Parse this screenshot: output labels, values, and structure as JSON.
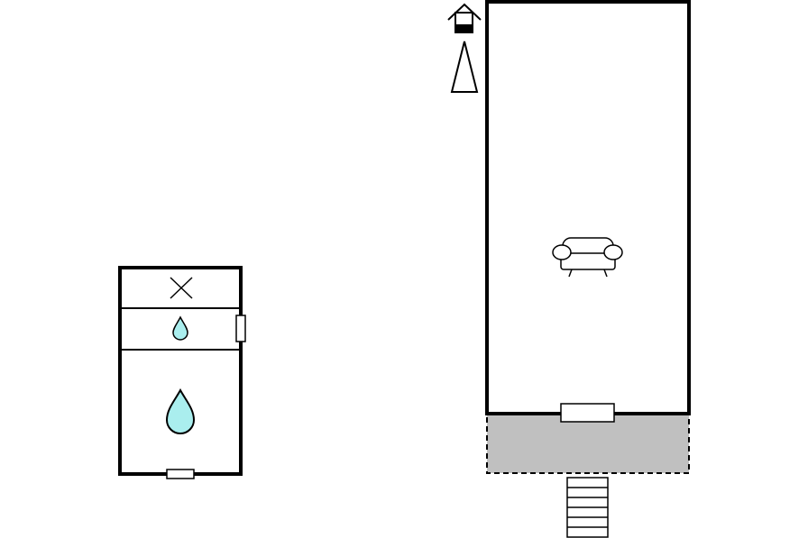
{
  "floorplan": {
    "colors": {
      "wall": "#000000",
      "background": "#ffffff",
      "terrace_fill": "#c0c0c0",
      "water_fill": "#aaeeee"
    },
    "icons": [
      "house-orientation-icon",
      "north-arrow-icon",
      "cross-icon",
      "water-drop-icon",
      "sofa-icon",
      "stairs-icon"
    ],
    "rooms": [
      "annex-upper-room",
      "annex-middle-room",
      "annex-bathroom",
      "main-room",
      "terrace"
    ]
  }
}
